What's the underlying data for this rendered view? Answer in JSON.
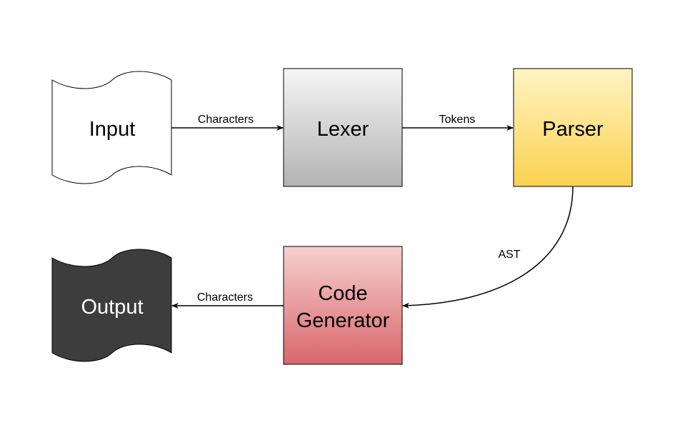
{
  "nodes": {
    "input": {
      "label": "Input"
    },
    "lexer": {
      "label": "Lexer"
    },
    "parser": {
      "label": "Parser"
    },
    "codegen": {
      "label_line1": "Code",
      "label_line2": "Generator"
    },
    "output": {
      "label": "Output"
    }
  },
  "edges": {
    "input_to_lexer": {
      "label": "Characters"
    },
    "lexer_to_parser": {
      "label": "Tokens"
    },
    "parser_to_codegen": {
      "label": "AST"
    },
    "codegen_to_output": {
      "label": "Characters"
    }
  },
  "colors": {
    "lexer_gradient": [
      "#f5f5f5",
      "#b3b3b3"
    ],
    "parser_gradient": [
      "#fff4c3",
      "#fbd150"
    ],
    "codegen_gradient": [
      "#f6cfcf",
      "#d9676b"
    ],
    "output_fill": "#3d3d3d",
    "stroke": "#000000"
  }
}
